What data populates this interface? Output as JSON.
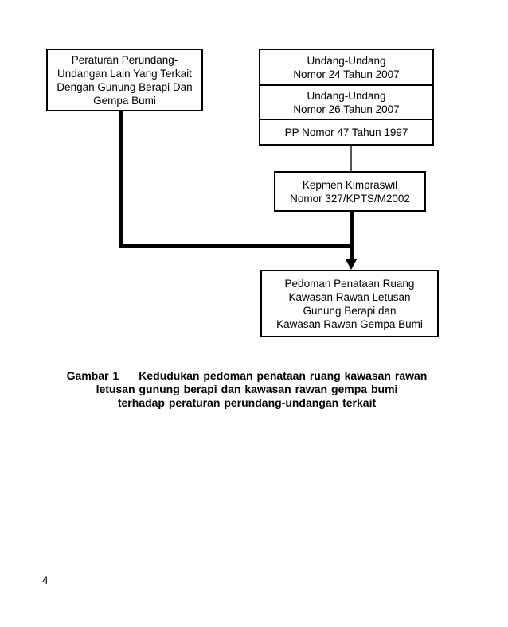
{
  "colors": {
    "ink": "#000000",
    "paper": "#ffffff",
    "thin_connector": "#555555"
  },
  "figure": {
    "boxes": {
      "other_regulations": {
        "text": "Peraturan Perundang-\nUndangan Lain Yang Terkait\nDengan Gunung Berapi Dan\nGempa Bumi"
      },
      "law_stack": {
        "items": [
          {
            "text": "Undang-Undang\nNomor 24 Tahun 2007"
          },
          {
            "text": "Undang-Undang\nNomor 26 Tahun 2007"
          },
          {
            "text": "PP Nomor 47 Tahun 1997"
          }
        ]
      },
      "kepmen": {
        "text": "Kepmen Kimpraswil\nNomor 327/KPTS/M2002"
      },
      "outcome": {
        "text": "Pedoman Penataan Ruang\nKawasan Rawan Letusan\nGunung Berapi dan\nKawasan Rawan Gempa Bumi"
      }
    },
    "caption": {
      "label": "Gambar 1",
      "lines": [
        "Kedudukan pedoman penataan ruang kawasan rawan",
        "letusan gunung berapi dan kawasan rawan gempa bumi",
        "terhadap peraturan perundang-undangan terkait"
      ]
    }
  },
  "page": {
    "number": "4"
  }
}
